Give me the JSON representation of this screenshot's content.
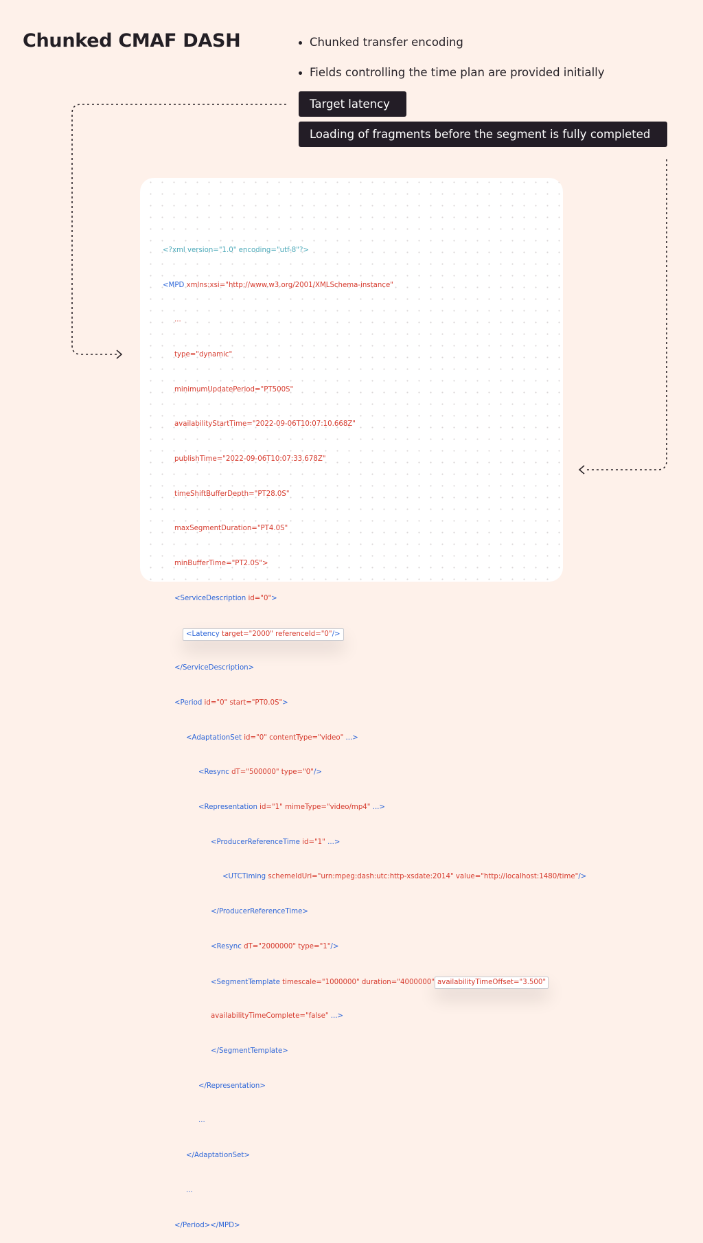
{
  "header": {
    "title": "Chunked CMAF DASH"
  },
  "bullets": [
    "Chunked transfer encoding",
    "Fields controlling the time plan are provided initially"
  ],
  "tags": {
    "target_latency": "Target latency",
    "loading_fragments": "Loading of fragments before the segment is fully completed"
  },
  "colors": {
    "background": "#fef1ea",
    "tag_bg": "#231d26",
    "xml_tag": "#2d66d8",
    "xml_attr": "#d63a2d",
    "xml_decl": "#4aa8b8"
  },
  "code": {
    "decl": "<?xml version=\"1.0\" encoding=\"utf-8\"?>",
    "mpd_open": "<MPD",
    "mpd_attr": " xmlns:xsi",
    "mpd_val": "=\"http://www.w3.org/2001/XMLSchema-instance\"",
    "ellipsis": "...",
    "type_attr": "type",
    "type_val": "=\"dynamic\"",
    "min_update_attr": "minimumUpdatePeriod",
    "min_update_val": "=\"PT500S\"",
    "ast_attr": "availabilityStartTime",
    "ast_val": "=\"2022-09-06T10:07:10.668Z\"",
    "publish_attr": "publishTime",
    "publish_val": "=\"2022-09-06T10:07:33.678Z\"",
    "tsbd_attr": "timeShiftBufferDepth",
    "tsbd_val": "=\"PT28.0S\"",
    "msd_attr": "maxSegmentDuration",
    "msd_val": "=\"PT4.0S\"",
    "mbt_attr": "minBufferTime",
    "mbt_val": "=\"PT2.0S\">",
    "sd_open": "<ServiceDescription",
    "sd_id": " id",
    "sd_id_val": "=\"0\"",
    "sd_close_br": ">",
    "lat_open": "<Latency",
    "lat_attrs": " target=\"2000\" referenceId=\"0\"",
    "lat_close": "/>",
    "sd_close": "</ServiceDescription>",
    "period_open": "<Period",
    "period_attrs": " id=\"0\" start=\"PT0.0S\"",
    "period_br": ">",
    "as_open": "<AdaptationSet",
    "as_attrs": " id=\"0\" contentType=\"video\"",
    "as_tail": " ...>",
    "resync1_open": "<Resync",
    "resync1_attrs": " dT=\"500000\" type=\"0\"",
    "resync1_close": "/>",
    "rep_open": "<Representation",
    "rep_attrs": " id=\"1\" mimeType=\"video/mp4\"",
    "rep_tail": " ...>",
    "prt_open": "<ProducerReferenceTime",
    "prt_attrs": " id=\"1\"",
    "prt_tail": " ...>",
    "utc_open": "<UTCTiming",
    "utc_attrs": " schemeIdUri=\"urn:mpeg:dash:utc:http-xsdate:2014\" value=\"http://localhost:1480/time\"",
    "utc_close": "/>",
    "prt_close": "</ProducerReferenceTime>",
    "resync2_open": "<Resync",
    "resync2_attrs": " dT=\"2000000\" type=\"1\"",
    "resync2_close": "/>",
    "st_open": "<SegmentTemplate",
    "st_attrs": " timescale=\"1000000\" duration=\"4000000\"",
    "st_offset": "availabilityTimeOffset=\"3.500\"",
    "st_complete": "availabilityTimeComplete=\"false\"",
    "st_tail": " ...>",
    "st_close": "</SegmentTemplate>",
    "rep_close": "</Representation>",
    "as_close": "</AdaptationSet>",
    "period_mpd_close": "</Period></MPD>"
  }
}
